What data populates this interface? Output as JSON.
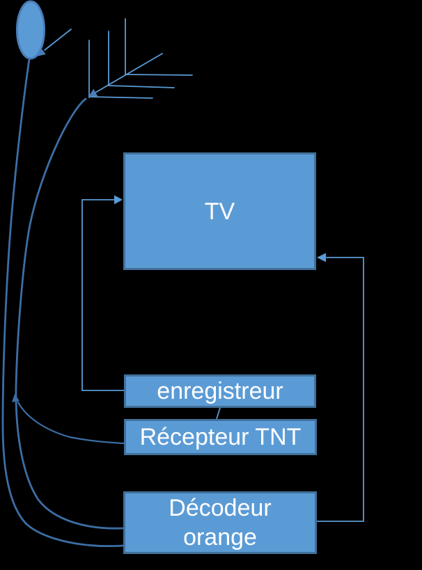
{
  "diagram": {
    "description": "Home TV wiring diagram on black background: satellite dish and roof antenna feeding a TV, recorder, TNT receiver and Orange decoder",
    "background_color": "#000000",
    "colors": {
      "box_fill": "#5b9bd5",
      "box_border": "#41719c",
      "box_text": "#ffffff",
      "connector_line": "#5b9bd5",
      "cable_line": "#3c6ea5",
      "dish_border": "#4a7ebb"
    },
    "nodes": {
      "tv": {
        "label": "TV"
      },
      "enregistreur": {
        "label": "enregistreur"
      },
      "recepteur_tnt": {
        "label": "Récepteur TNT"
      },
      "decodeur_orange": {
        "label_line1": "Décodeur",
        "label_line2": "orange"
      }
    },
    "icons": {
      "satellite_dish": "satellite-dish-icon",
      "tv_antenna": "tv-antenna-icon"
    },
    "connections": [
      "incoming signal arrow into satellite dish",
      "incoming signal arrow into antenna mast",
      "satellite dish cable curving down-left into Décodeur orange",
      "antenna cable curving down-left into Décodeur orange",
      "branch from antenna cable into Récepteur TNT",
      "enregistreur to TV (arrow into TV left side)",
      "enregistreur to Récepteur TNT",
      "Décodeur orange to TV (arrow into TV right side)"
    ]
  }
}
